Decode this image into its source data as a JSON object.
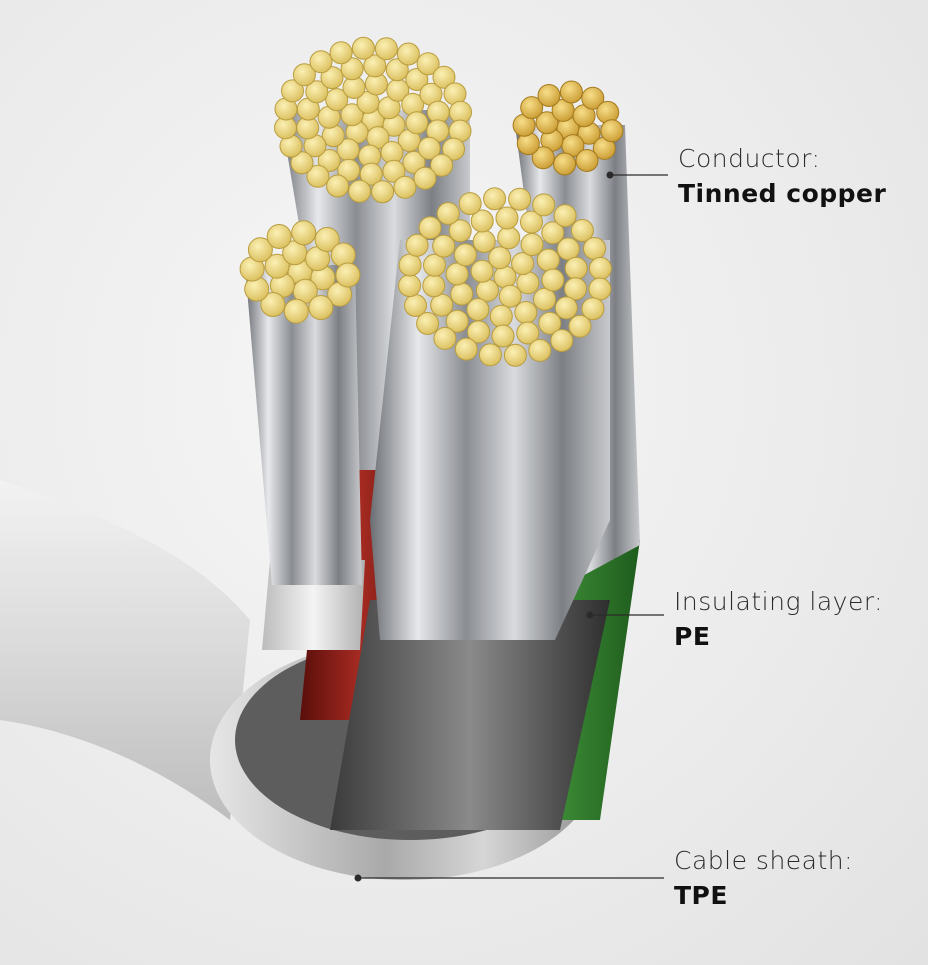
{
  "labels": {
    "conductor": {
      "title": "Conductor:",
      "value": "Tinned copper"
    },
    "insulation": {
      "title": "Insulating layer:",
      "value": "PE"
    },
    "sheath": {
      "title": "Cable sheath:",
      "value": "TPE"
    }
  },
  "colors": {
    "background": "#eeeeee",
    "copper_strand": "#e9d27a",
    "tinned_copper": "#d9a93a",
    "silver_wire": "#b9bcc0",
    "insulation_green": "#2f7a2c",
    "insulation_red": "#8c1a14",
    "insulation_white": "#d8d8d8",
    "sheath": "#d2d2d2",
    "leader_line": "#2b2b2b"
  }
}
